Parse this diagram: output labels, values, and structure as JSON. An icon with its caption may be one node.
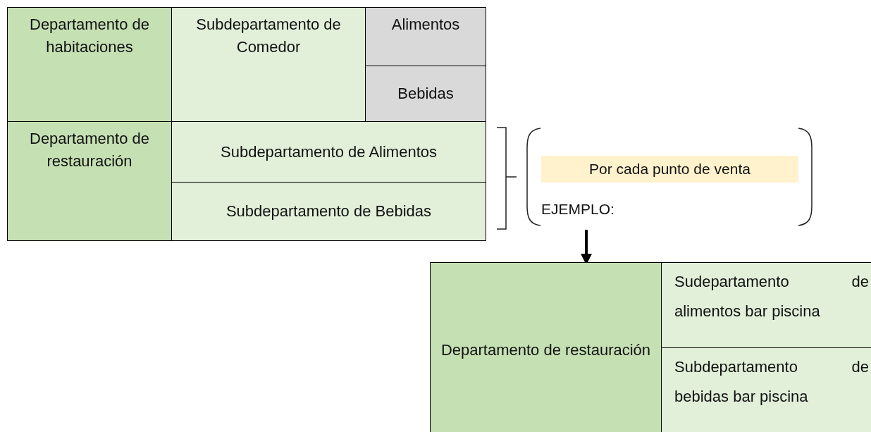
{
  "diagram": {
    "nodes": [
      {
        "text": [
          "Departamento de habitaciones"
        ]
      },
      {
        "text": [
          "Subdepartamento de Comedor"
        ]
      },
      {
        "text": [
          "Alimentos"
        ]
      },
      {
        "text": [
          "Bebidas"
        ]
      },
      {
        "text": [
          "Departamento de restauración"
        ]
      },
      {
        "text": [
          "Subdepartamento de Alimentos"
        ]
      },
      {
        "text": [
          "Subdepartamento de Bebidas"
        ]
      },
      {
        "text": [
          "Por cada punto de venta",
          "EJEMPLO:"
        ]
      },
      {
        "text": [
          "Departamento de restauración"
        ]
      },
      {
        "text": [
          "Sudepartamento de alimentos bar piscina"
        ]
      },
      {
        "text": [
          "Subdepartamento de bebidas bar piscina"
        ]
      }
    ],
    "edges": [
      {
        "from": 7,
        "to": 8,
        "arrow": "to"
      }
    ]
  }
}
